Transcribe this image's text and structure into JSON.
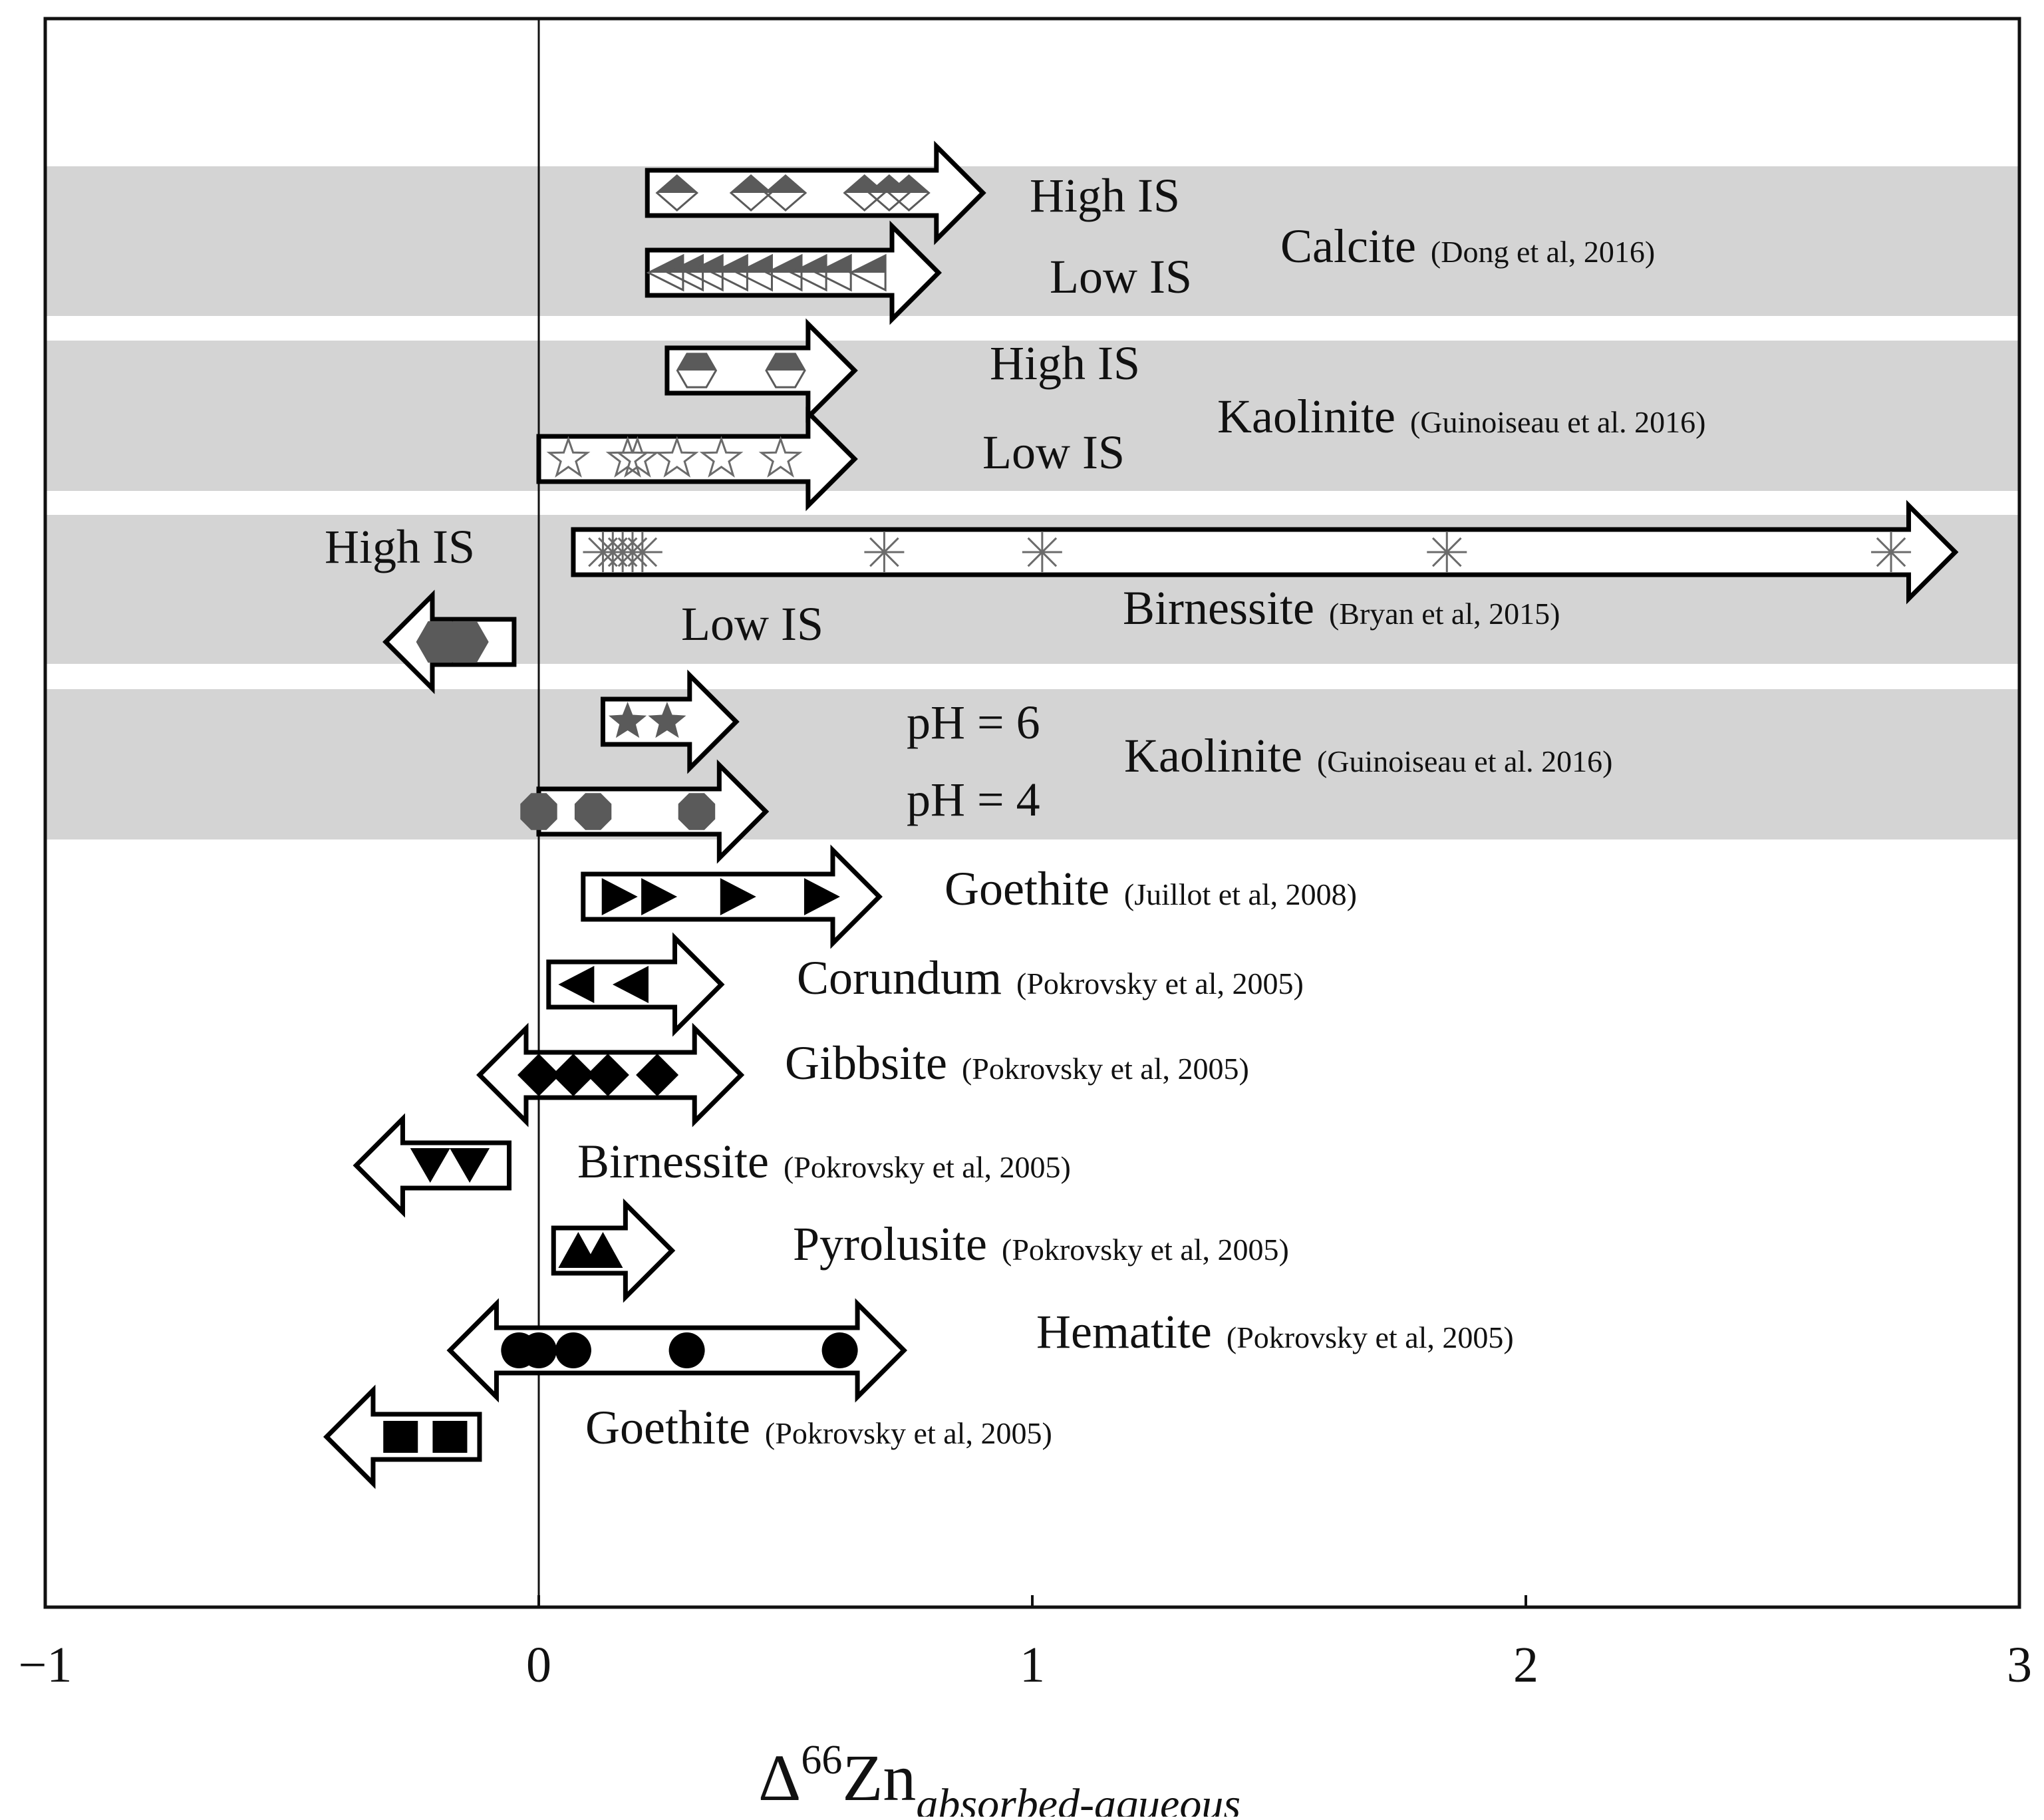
{
  "chart_data": {
    "type": "range-arrows",
    "xlabel_main": "Δ",
    "xlabel_sup": "66",
    "xlabel_zn": "Zn",
    "xlabel_sub": "absorbed-aqueous",
    "xlim": [
      -1,
      3
    ],
    "xticks": [
      -1,
      0,
      1,
      2,
      3
    ],
    "xtick_labels": [
      "−1",
      "0",
      "1",
      "2",
      "3"
    ],
    "zero_line": true,
    "band_color": "#d4d4d4",
    "bands": [
      {
        "mineral": "Calcite",
        "reference": "(Dong et al, 2016)",
        "rows": [
          {
            "label": "High IS",
            "direction": "right",
            "from": 0.22,
            "to": 0.9,
            "marker": "half-diamond",
            "values": [
              0.28,
              0.43,
              0.5,
              0.66,
              0.71,
              0.75
            ]
          },
          {
            "label": "Low IS",
            "direction": "right",
            "from": 0.22,
            "to": 0.81,
            "marker": "half-triangle-left",
            "values": [
              0.26,
              0.3,
              0.34,
              0.39,
              0.44,
              0.5,
              0.55,
              0.6,
              0.67
            ]
          }
        ]
      },
      {
        "mineral": "Kaolinite",
        "reference": "(Guinoiseau et al. 2016)",
        "rows": [
          {
            "label": "High IS",
            "direction": "right",
            "from": 0.26,
            "to": 0.64,
            "marker": "half-hexagon",
            "values": [
              0.32,
              0.5
            ]
          },
          {
            "label": "Low IS",
            "direction": "right",
            "from": 0.0,
            "to": 0.64,
            "marker": "star-outline",
            "values": [
              0.06,
              0.18,
              0.2,
              0.28,
              0.37,
              0.49
            ]
          }
        ]
      },
      {
        "mineral": "Birnessite",
        "reference": "(Bryan et al, 2015)",
        "rows": [
          {
            "label": "High IS",
            "direction": "right",
            "from": 0.07,
            "to": 2.87,
            "marker": "asterisk",
            "values": [
              0.13,
              0.15,
              0.17,
              0.19,
              0.21,
              0.7,
              1.02,
              1.84,
              2.74
            ]
          },
          {
            "label": "Low IS",
            "direction": "left",
            "from": -0.31,
            "to": -0.05,
            "marker": "dark-hexagon",
            "values": [
              -0.2,
              -0.15
            ]
          }
        ]
      },
      {
        "mineral": "Kaolinite",
        "reference": "(Guinoiseau et al. 2016)",
        "rows": [
          {
            "label": "pH = 6",
            "direction": "right",
            "from": 0.13,
            "to": 0.4,
            "marker": "star-filled",
            "values": [
              0.18,
              0.26
            ]
          },
          {
            "label": "pH = 4",
            "direction": "right",
            "from": 0.0,
            "to": 0.46,
            "marker": "dark-octagon",
            "values": [
              0.0,
              0.11,
              0.32
            ]
          }
        ]
      }
    ],
    "entries": [
      {
        "mineral": "Goethite",
        "reference": "(Juillot et al, 2008)",
        "direction": "right",
        "from": 0.09,
        "to": 0.69,
        "marker": "triangle-right",
        "values": [
          0.16,
          0.24,
          0.4,
          0.57
        ]
      },
      {
        "mineral": "Corundum",
        "reference": "(Pokrovsky et al, 2005)",
        "direction": "right",
        "from": 0.02,
        "to": 0.37,
        "marker": "triangle-left",
        "values": [
          0.08,
          0.19
        ]
      },
      {
        "mineral": "Gibbsite",
        "reference": "(Pokrovsky et al, 2005)",
        "direction": "both",
        "from": -0.12,
        "to": 0.41,
        "marker": "diamond",
        "values": [
          0.0,
          0.07,
          0.14,
          0.24
        ]
      },
      {
        "mineral": "Birnessite",
        "reference": "(Pokrovsky et al, 2005)",
        "direction": "left",
        "from": -0.37,
        "to": -0.06,
        "marker": "triangle-down",
        "values": [
          -0.22,
          -0.14
        ]
      },
      {
        "mineral": "Pyrolusite",
        "reference": "(Pokrovsky et al, 2005)",
        "direction": "right",
        "from": 0.03,
        "to": 0.27,
        "marker": "triangle-up",
        "values": [
          0.08,
          0.13
        ]
      },
      {
        "mineral": "Hematite",
        "reference": "(Pokrovsky et al, 2005)",
        "direction": "both",
        "from": -0.18,
        "to": 0.74,
        "marker": "circle",
        "values": [
          -0.04,
          0.0,
          0.07,
          0.3,
          0.61
        ]
      },
      {
        "mineral": "Goethite",
        "reference": "(Pokrovsky et al, 2005)",
        "direction": "left",
        "from": -0.43,
        "to": -0.12,
        "marker": "square",
        "values": [
          -0.28,
          -0.18
        ]
      }
    ]
  }
}
